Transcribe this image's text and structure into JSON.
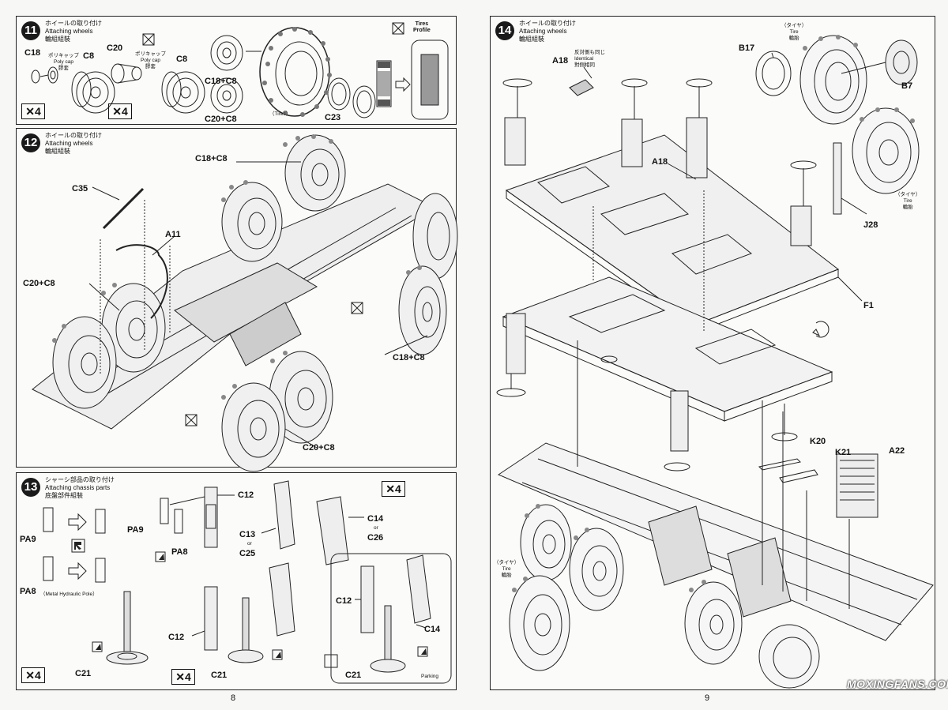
{
  "left_page": {
    "page_number": "8",
    "step11": {
      "number": "11",
      "title_jp": "ホイールの取り付け",
      "title_en": "Attaching wheels",
      "title_cn": "輪組組裝",
      "labels": {
        "c18": "C18",
        "c8a": "C8",
        "c20": "C20",
        "c8b": "C8",
        "c18c8": "C18+C8",
        "c20c8": "C20+C8",
        "c23": "C23",
        "tires": "（Tires）",
        "tires_profile": "Tires\nProfile",
        "polycap_a": "ポリキャップ\nPoly cap\n膠套",
        "polycap_b": "ポリキャップ\nPoly cap\n膠套",
        "x4a": "✕4",
        "x4b": "✕4"
      }
    },
    "step12": {
      "number": "12",
      "title_jp": "ホイールの取り付け",
      "title_en": "Attaching wheels",
      "title_cn": "輪組組裝",
      "labels": {
        "c18c8_top": "C18+C8",
        "c35": "C35",
        "a11": "A11",
        "c20c8_left": "C20+C8",
        "c18c8_right": "C18+C8",
        "c20c8_bottom": "C20+C8"
      }
    },
    "step13": {
      "number": "13",
      "title_jp": "シャーシ部品の取り付け",
      "title_en": "Attaching chassis parts",
      "title_cn": "底盤部件組裝",
      "labels": {
        "pa9a": "PA9",
        "pa8a": "PA8",
        "pa9b": "PA9",
        "pa8b": "PA8",
        "c12a": "C12",
        "c13": "C13",
        "or1": "or",
        "c25": "C25",
        "c14a": "C14",
        "or2": "or",
        "c26": "C26",
        "x4top": "✕4",
        "metal_pole": "（Metal Hydraulic Pole）",
        "c12b": "C12",
        "c21a": "C21",
        "c21b": "C21",
        "x4a": "✕4",
        "x4b": "✕4",
        "c12c": "C12",
        "c14b": "C14",
        "c21c": "C21",
        "parking": "Parking"
      }
    }
  },
  "right_page": {
    "page_number": "9",
    "step14": {
      "number": "14",
      "title_jp": "ホイールの取り付け",
      "title_en": "Attaching wheels",
      "title_cn": "輪組組裝",
      "labels": {
        "a18_top": "A18",
        "identical": "反対側も同じ\nIdentical\n對側相同",
        "a18_mid": "A18",
        "b17": "B17",
        "b7": "B7",
        "tire_top": "（タイヤ）\nTire\n輪胎",
        "tire_mid": "（タイヤ）\nTire\n輪胎",
        "j28": "J28",
        "f1": "F1",
        "k20": "K20",
        "k21": "K21",
        "a22": "A22",
        "tire_left": "（タイヤ）\nTire\n輪胎"
      }
    },
    "watermark": "MOXINGFANS.COM"
  }
}
